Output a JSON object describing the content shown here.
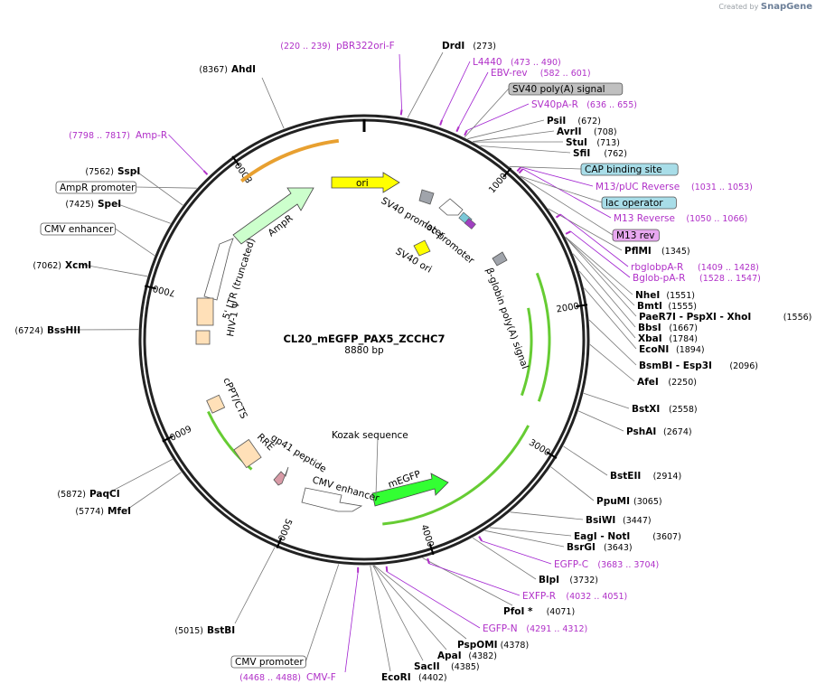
{
  "brand": {
    "created_by": "Created by",
    "name": "SnapGene"
  },
  "plasmid": {
    "name": "CL20_mEGFP_PAX5_ZCCHC7",
    "length": "8880 bp"
  },
  "ticks": [
    "1000",
    "2000",
    "3000",
    "4000",
    "5000",
    "6000",
    "7000",
    "8000"
  ],
  "sites": [
    {
      "name": "DrdI",
      "pos": "(273)"
    },
    {
      "name": "AhdI",
      "pos": "(8367)"
    },
    {
      "name": "PsiI",
      "pos": "(672)"
    },
    {
      "name": "AvrII",
      "pos": "(708)"
    },
    {
      "name": "StuI",
      "pos": "(713)"
    },
    {
      "name": "SfiI",
      "pos": "(762)"
    },
    {
      "name": "SspI",
      "pos": "(7562)"
    },
    {
      "name": "SpeI",
      "pos": "(7425)"
    },
    {
      "name": "PflMI",
      "pos": "(1345)"
    },
    {
      "name": "XcmI",
      "pos": "(7062)"
    },
    {
      "name": "BssHII",
      "pos": "(6724)"
    },
    {
      "name": "NheI",
      "pos": "(1551)"
    },
    {
      "name": "BmtI",
      "pos": "(1555)"
    },
    {
      "name": "PaeR7I  - PspXI  - XhoI",
      "pos": "(1556)"
    },
    {
      "name": "BbsI",
      "pos": "(1667)"
    },
    {
      "name": "XbaI",
      "pos": "(1784)"
    },
    {
      "name": "EcoNI",
      "pos": "(1894)"
    },
    {
      "name": "BsmBI  - Esp3I",
      "pos": "(2096)"
    },
    {
      "name": "AfeI",
      "pos": "(2250)"
    },
    {
      "name": "BstXI",
      "pos": "(2558)"
    },
    {
      "name": "PshAI",
      "pos": "(2674)"
    },
    {
      "name": "BstEII",
      "pos": "(2914)"
    },
    {
      "name": "PpuMI",
      "pos": "(3065)"
    },
    {
      "name": "BsiWI",
      "pos": "(3447)"
    },
    {
      "name": "EagI  - NotI",
      "pos": "(3607)"
    },
    {
      "name": "BsrGI",
      "pos": "(3643)"
    },
    {
      "name": "BlpI",
      "pos": "(3732)"
    },
    {
      "name": "PfoI *",
      "pos": "(4071)"
    },
    {
      "name": "PspOMI",
      "pos": "(4378)"
    },
    {
      "name": "ApaI",
      "pos": "(4382)"
    },
    {
      "name": "SacII",
      "pos": "(4385)"
    },
    {
      "name": "EcoRI",
      "pos": "(4402)"
    },
    {
      "name": "PaqCI",
      "pos": "(5872)"
    },
    {
      "name": "MfeI",
      "pos": "(5774)"
    },
    {
      "name": "BstBI",
      "pos": "(5015)"
    }
  ],
  "primers": [
    {
      "name": "pBR322ori-F",
      "pos": "(220 .. 239)"
    },
    {
      "name": "L4440",
      "pos": "(473 .. 490)"
    },
    {
      "name": "EBV-rev",
      "pos": "(582 .. 601)"
    },
    {
      "name": "SV40pA-R",
      "pos": "(636 .. 655)"
    },
    {
      "name": "Amp-R",
      "pos": "(7798 .. 7817)"
    },
    {
      "name": "M13/pUC Reverse",
      "pos": "(1031 .. 1053)"
    },
    {
      "name": "M13 Reverse",
      "pos": "(1050 .. 1066)"
    },
    {
      "name": "rbglobpA-R",
      "pos": "(1409 .. 1428)"
    },
    {
      "name": "Bglob-pA-R",
      "pos": "(1528 .. 1547)"
    },
    {
      "name": "EGFP-C",
      "pos": "(3683 .. 3704)"
    },
    {
      "name": "EXFP-R",
      "pos": "(4032 .. 4051)"
    },
    {
      "name": "EGFP-N",
      "pos": "(4291 .. 4312)"
    },
    {
      "name": "CMV-F",
      "pos": "(4468 .. 4488)"
    }
  ],
  "boxed": [
    {
      "label": "SV40 poly(A) signal",
      "fill": "#c0c0c0"
    },
    {
      "label": "CAP binding site",
      "fill": "#a8dde8"
    },
    {
      "label": "lac operator",
      "fill": "#a8dde8"
    },
    {
      "label": "M13 rev",
      "fill": "#e8a8f0"
    },
    {
      "label": "AmpR promoter",
      "fill": "#ffffff"
    },
    {
      "label": "CMV enhancer",
      "fill": "#ffffff"
    },
    {
      "label": "CMV promoter",
      "fill": "#ffffff"
    }
  ],
  "features": {
    "ori": "ori",
    "ampr": "AmpR",
    "sv40_promoter": "SV40 promoter",
    "lac_promoter": "lac promoter",
    "sv40_ori": "SV40 ori",
    "bglobin": "β-globin poly(A) signal",
    "ltr": "5' LTR (truncated)",
    "hiv_psi": "HIV-1 Ψ",
    "cppt": "cPPT/CTS",
    "rre": "RRE",
    "gp41": "gp41 peptide",
    "cmv_enh": "CMV enhancer",
    "kozak": "Kozak sequence",
    "megfp": "mEGFP"
  },
  "colors": {
    "ori": "#ffff00",
    "ampr": "#ccffcc",
    "megfp": "#33ff33",
    "beige": "#ffe0b8",
    "primer": "#b030c8",
    "gray": "#a0a4ab"
  }
}
